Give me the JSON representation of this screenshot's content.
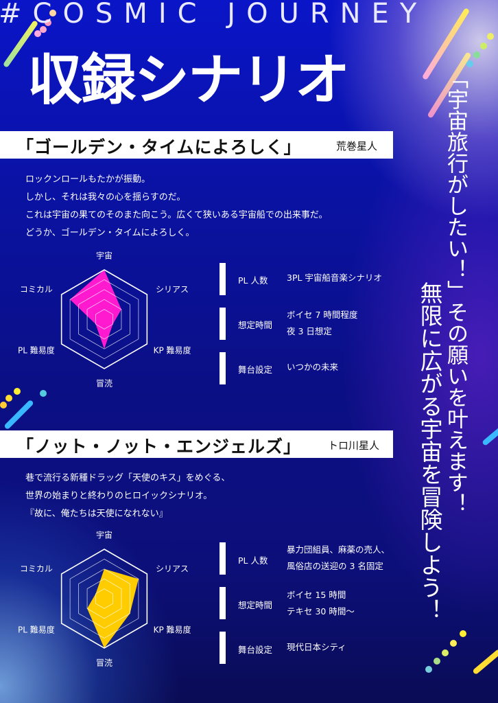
{
  "header": {
    "tagline": "#COSMIC JOURNEY",
    "title": "収録シナリオ"
  },
  "catchcopy": {
    "line1": "「宇宙旅行がしたい！」その願いを叶えます！",
    "line2": "無限に広がる宇宙を冒険しよう！"
  },
  "colors": {
    "background": "#0b0f85",
    "radar1_fill": "#ff1ad0",
    "radar2_fill": "#ffcc00",
    "banner": "#ffffff"
  },
  "scenarios": [
    {
      "title": "「ゴールデン・タイムによろしく」",
      "author": "荒巻星人",
      "description": [
        "ロックンロールもたかが振動。",
        "しかし、それは我々の心を揺らすのだ。",
        "これは宇宙の果てのそのまた向こう。広くて狭いある宇宙船での出来事だ。",
        "どうか、ゴールデン・タイムによろしく。"
      ],
      "info": [
        {
          "label": "PL 人数",
          "lines": [
            "3PL 宇宙船音楽シナリオ"
          ]
        },
        {
          "label": "想定時間",
          "lines": [
            "ボイセ 7 時間程度",
            "夜 3 日想定"
          ]
        },
        {
          "label": "舞台設定",
          "lines": [
            "いつかの未来"
          ]
        }
      ]
    },
    {
      "title": "「ノット・ノット・エンジェルズ」",
      "author": "トロ川星人",
      "description": [
        "巷で流行る新種ドラッグ「天使のキス」をめぐる、",
        "世界の始まりと終わりのヒロイックシナリオ。",
        "『故に、俺たちは天使になれない』"
      ],
      "info": [
        {
          "label": "PL 人数",
          "lines": [
            "暴力団組員、麻薬の売人、",
            "風俗店の送迎の 3 名固定"
          ]
        },
        {
          "label": "想定時間",
          "lines": [
            "ボイセ 15 時間",
            "テキセ 30 時間〜"
          ]
        },
        {
          "label": "舞台設定",
          "lines": [
            "現代日本シティ"
          ]
        }
      ]
    }
  ],
  "chart_data": [
    {
      "type": "radar",
      "axes": [
        "宇宙",
        "シリアス",
        "KP 難易度",
        "冒涜",
        "PL 難易度",
        "コミカル"
      ],
      "range": [
        0,
        5
      ],
      "levels": 5,
      "values": [
        5,
        2,
        1,
        3,
        1,
        4
      ],
      "color": "#ff1ad0"
    },
    {
      "type": "radar",
      "axes": [
        "宇宙",
        "シリアス",
        "KP 難易度",
        "冒涜",
        "PL 難易度",
        "コミカル"
      ],
      "range": [
        0,
        5
      ],
      "levels": 5,
      "values": [
        3,
        4,
        3,
        5,
        2,
        1
      ],
      "color": "#ffcc00"
    }
  ]
}
